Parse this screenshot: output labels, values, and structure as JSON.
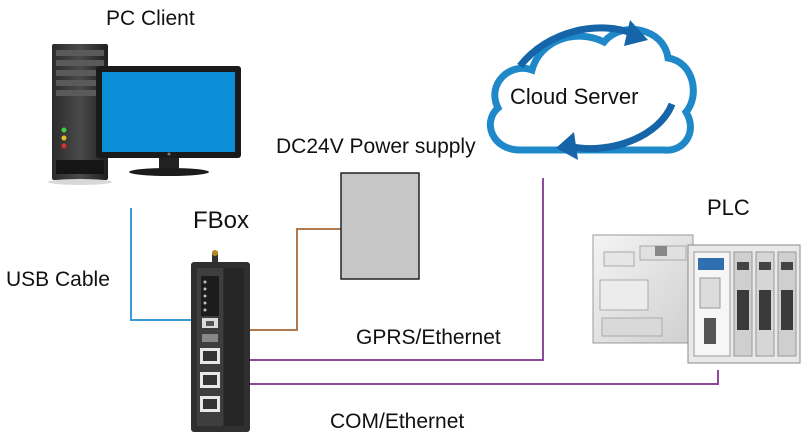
{
  "labels": {
    "pc_client": "PC Client",
    "power_supply": "DC24V Power supply",
    "fbox": "FBox",
    "plc": "PLC",
    "usb_cable": "USB Cable",
    "gprs_ethernet": "GPRS/Ethernet",
    "com_ethernet": "COM/Ethernet",
    "cloud_server": "Cloud Server"
  },
  "colors": {
    "usb_line": "#3a9ad9",
    "power_line": "#b07a4e",
    "network_line": "#8e4a9a",
    "cloud_outline": "#1e88c8",
    "cloud_arrow": "#1565a8",
    "power_box": "#c6c6c6",
    "monitor_screen": "#0a8fd6"
  }
}
